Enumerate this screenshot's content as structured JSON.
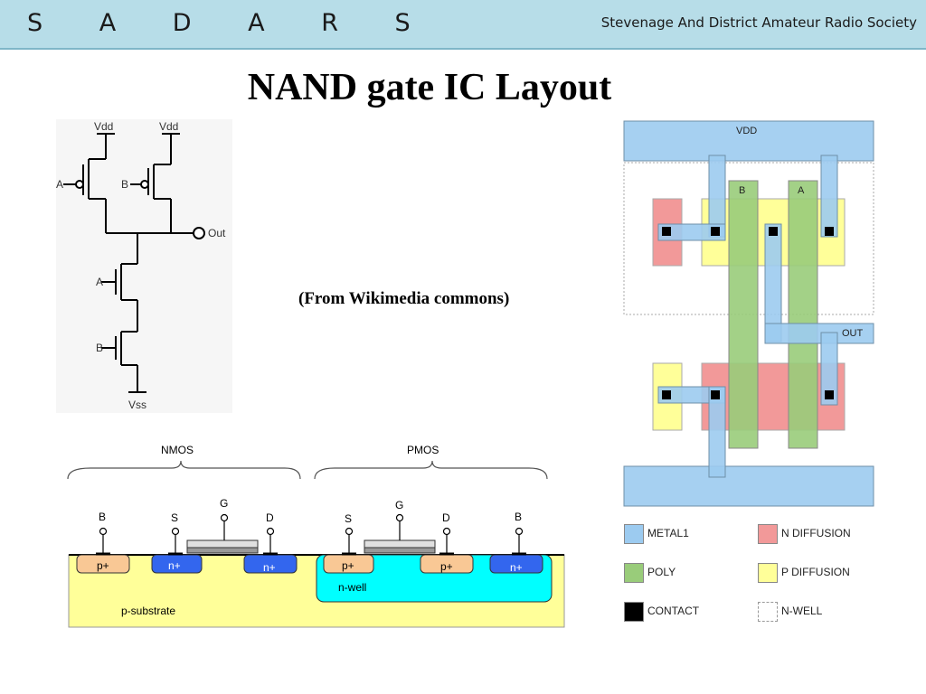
{
  "header": {
    "logo": "S A D A R S",
    "society": "Stevenage And District Amateur Radio Society"
  },
  "slide": {
    "title": "NAND gate IC Layout",
    "credit": "(From Wikimedia commons)"
  },
  "schematic": {
    "vdd_left": "Vdd",
    "vdd_right": "Vdd",
    "in_a_top": "A",
    "in_b_top": "B",
    "out": "Out",
    "in_a_bottom": "A",
    "in_b_bottom": "B",
    "vss": "Vss"
  },
  "cross_section": {
    "nmos_label": "NMOS",
    "pmos_label": "PMOS",
    "term_b1": "B",
    "term_s1": "S",
    "term_g1": "G",
    "term_d1": "D",
    "term_s2": "S",
    "term_g2": "G",
    "term_d2": "D",
    "term_b2": "B",
    "pplus1": "p+",
    "nplus1": "n+",
    "nplus2": "n+",
    "pplus2": "p+",
    "pplus3": "p+",
    "nplus3": "n+",
    "nwell": "n-well",
    "substrate": "p-substrate"
  },
  "layout": {
    "vdd": "VDD",
    "in_b": "B",
    "in_a": "A",
    "out": "OUT",
    "legend": [
      {
        "label": "METAL1",
        "color": "#9ccbf0"
      },
      {
        "label": "N DIFFUSION",
        "color": "#f29999"
      },
      {
        "label": "POLY",
        "color": "#99cc7a"
      },
      {
        "label": "P DIFFUSION",
        "color": "#ffff99"
      },
      {
        "label": "CONTACT",
        "color": "#000000"
      },
      {
        "label": "N-WELL",
        "color": "#ffffff"
      }
    ]
  }
}
